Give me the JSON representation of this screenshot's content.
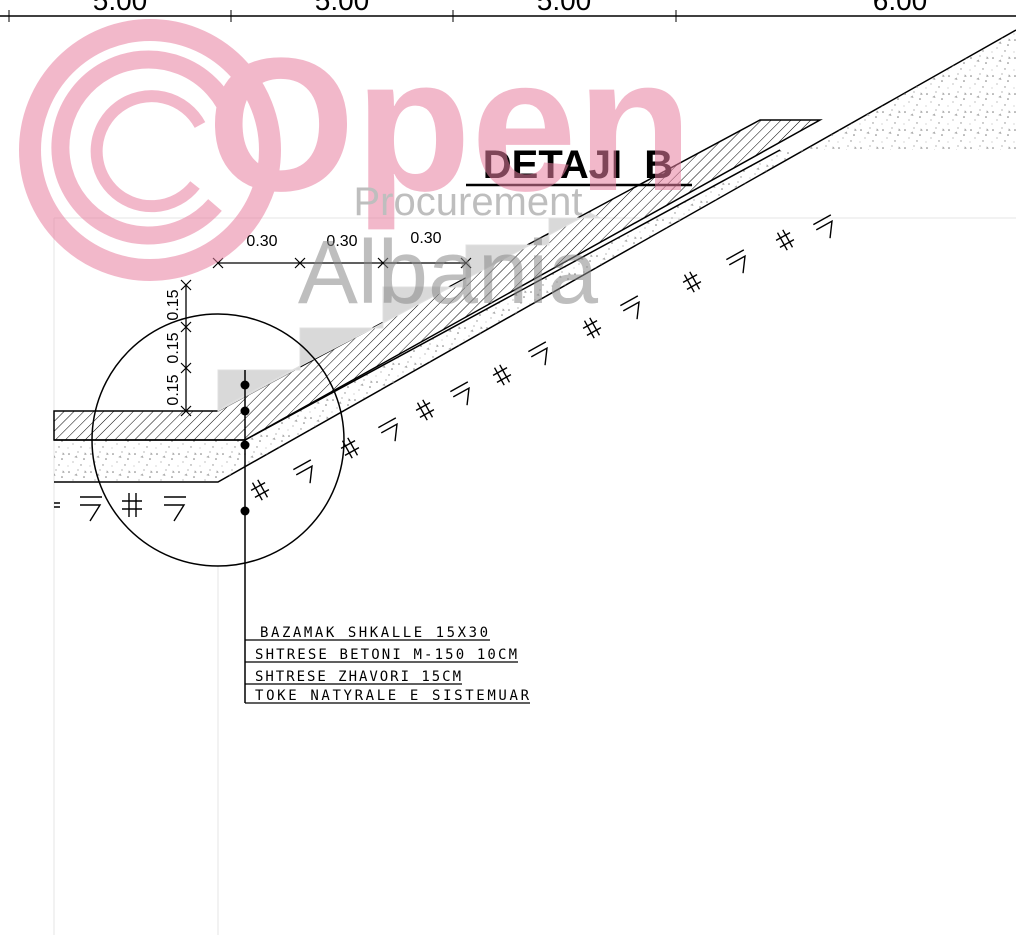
{
  "top_dimensions": [
    "5.00",
    "5.00",
    "5.00",
    "6.00"
  ],
  "title": "DETAJI  B",
  "watermark": {
    "line1": "Open",
    "line2": "Procurement",
    "line3": "Albania"
  },
  "dimensions": {
    "tread_labels": [
      "0.30",
      "0.30",
      "0.30"
    ],
    "riser_labels": [
      "0.15",
      "0.15",
      "0.15"
    ]
  },
  "legend": [
    "BAZAMAK SHKALLE 15X30",
    "SHTRESE BETONI M-150 10CM",
    "SHTRESE ZHAVORI 15CM",
    "TOKE NATYRALE E SISTEMUAR"
  ],
  "colors": {
    "line": "#000000",
    "step_fill": "#d9d9d9",
    "grid": "#e4e4e4",
    "watermark": "#e87fa0",
    "watermark_text": "#8a8a8a"
  }
}
